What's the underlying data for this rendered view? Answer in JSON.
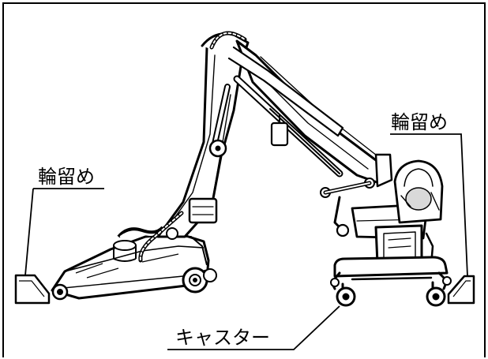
{
  "diagram": {
    "labels": {
      "wheel_chock_left": "輪留め",
      "wheel_chock_right": "輪留め",
      "caster": "キャスター"
    },
    "colors": {
      "ink": "#000000",
      "panel_fill": "#ffffff",
      "shade": "#d9d9d9"
    }
  }
}
